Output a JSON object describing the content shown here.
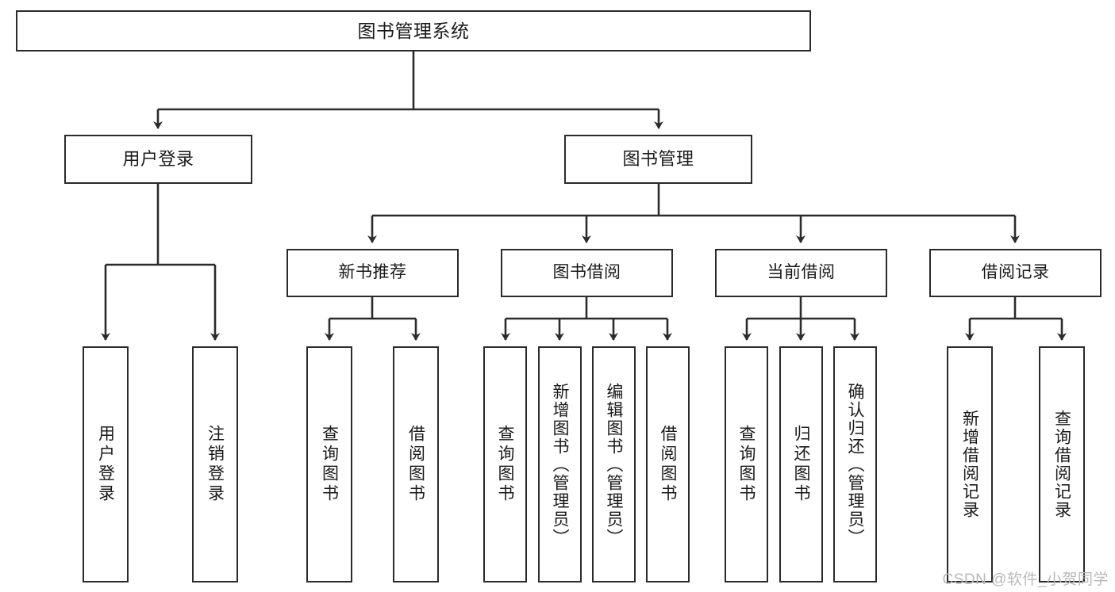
{
  "diagram": {
    "type": "tree-flowchart",
    "title": "图书管理系统",
    "root": {
      "id": "root",
      "label": "图书管理系统"
    },
    "level1": [
      {
        "id": "user-login",
        "label": "用户登录"
      },
      {
        "id": "book-manage",
        "label": "图书管理"
      }
    ],
    "level2": [
      {
        "id": "new-book-rec",
        "label": "新书推荐",
        "parent": "book-manage"
      },
      {
        "id": "book-borrow",
        "label": "图书借阅",
        "parent": "book-manage"
      },
      {
        "id": "current-borrow",
        "label": "当前借阅",
        "parent": "book-manage"
      },
      {
        "id": "borrow-record",
        "label": "借阅记录",
        "parent": "book-manage"
      }
    ],
    "leaves": [
      {
        "id": "leaf-user-login",
        "label": "用户登录",
        "parent": "user-login"
      },
      {
        "id": "leaf-logout",
        "label": "注销登录",
        "parent": "user-login"
      },
      {
        "id": "leaf-query-book-1",
        "label": "查询图书",
        "parent": "new-book-rec"
      },
      {
        "id": "leaf-borrow-book-1",
        "label": "借阅图书",
        "parent": "new-book-rec"
      },
      {
        "id": "leaf-query-book-2",
        "label": "查询图书",
        "parent": "book-borrow"
      },
      {
        "id": "leaf-add-book",
        "label": "新增图书（管理员）",
        "parent": "book-borrow"
      },
      {
        "id": "leaf-edit-book",
        "label": "编辑图书（管理员）",
        "parent": "book-borrow"
      },
      {
        "id": "leaf-borrow-book-2",
        "label": "借阅图书",
        "parent": "book-borrow"
      },
      {
        "id": "leaf-query-book-3",
        "label": "查询图书",
        "parent": "current-borrow"
      },
      {
        "id": "leaf-return-book",
        "label": "归还图书",
        "parent": "current-borrow"
      },
      {
        "id": "leaf-confirm-return",
        "label": "确认归还（管理员）",
        "parent": "current-borrow"
      },
      {
        "id": "leaf-add-record",
        "label": "新增借阅记录",
        "parent": "borrow-record"
      },
      {
        "id": "leaf-query-record",
        "label": "查询借阅记录",
        "parent": "borrow-record"
      }
    ],
    "colors": {
      "border": "#2b2b2b",
      "background": "#ffffff",
      "text": "#1a1a1a",
      "edge": "#2b2b2b",
      "watermark": "#b9b9b9"
    }
  },
  "watermark": {
    "text": "CSDN @软件_小贺同学"
  }
}
